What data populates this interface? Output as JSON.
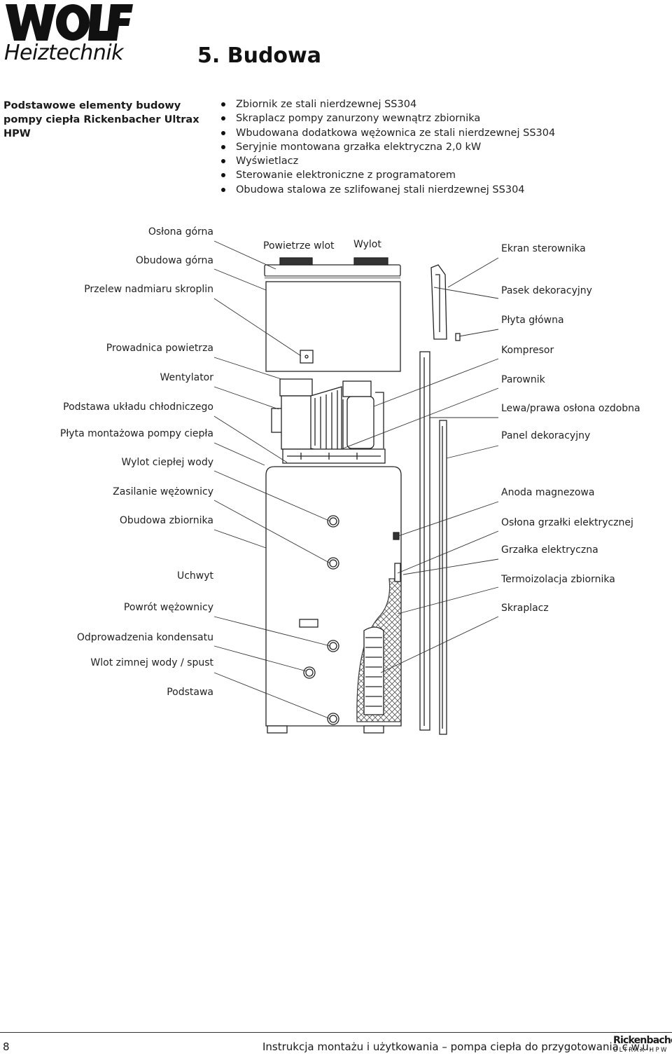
{
  "header": {
    "logo_text": "WOLF",
    "logo_subtitle": "Heiztechnik",
    "section_title": "5. Budowa"
  },
  "intro": {
    "heading_line1": "Podstawowe elementy budowy",
    "heading_line2": "pompy ciepła Rickenbacher Ultrax HPW",
    "features": [
      "Zbiornik ze stali nierdzewnej SS304",
      "Skraplacz pompy zanurzony wewnątrz zbiornika",
      "Wbudowana dodatkowa wężownica ze stali nierdzewnej SS304",
      "Seryjnie montowana grzałka elektryczna 2,0 kW",
      "Wyświetlacz",
      "Sterowanie elektroniczne z programatorem",
      "Obudowa stalowa ze szlifowanej stali nierdzewnej SS304"
    ]
  },
  "diagram": {
    "left_labels": [
      "Osłona górna",
      "Obudowa górna",
      "Przelew nadmiaru skroplin",
      "Prowadnica powietrza",
      "Wentylator",
      "Podstawa układu chłodniczego",
      "Płyta montażowa pompy ciepła",
      "Wylot ciepłej wody",
      "Zasilanie wężownicy",
      "Obudowa zbiornika",
      "Uchwyt",
      "Powrót wężownicy",
      "Odprowadzenia kondensatu",
      "Wlot zimnej wody / spust",
      "Podstawa"
    ],
    "top_labels": [
      "Powietrze wlot",
      "Wylot"
    ],
    "right_labels": [
      "Ekran sterownika",
      "Pasek dekoracyjny",
      "Płyta główna",
      "Kompresor",
      "Parownik",
      "Lewa/prawa osłona ozdobna",
      "Panel dekoracyjny",
      "Anoda magnezowa",
      "Osłona grzałki elektrycznej",
      "Grzałka elektryczna",
      "Termoizolacja zbiornika",
      "Skraplacz"
    ]
  },
  "footer": {
    "page_number": "8",
    "text": "Instrukcja montażu i użytkowania – pompa ciepła do przygotowania c.w.u.",
    "brand_name": "Rickenbacher",
    "brand_model": "ULTRAX HPW"
  }
}
